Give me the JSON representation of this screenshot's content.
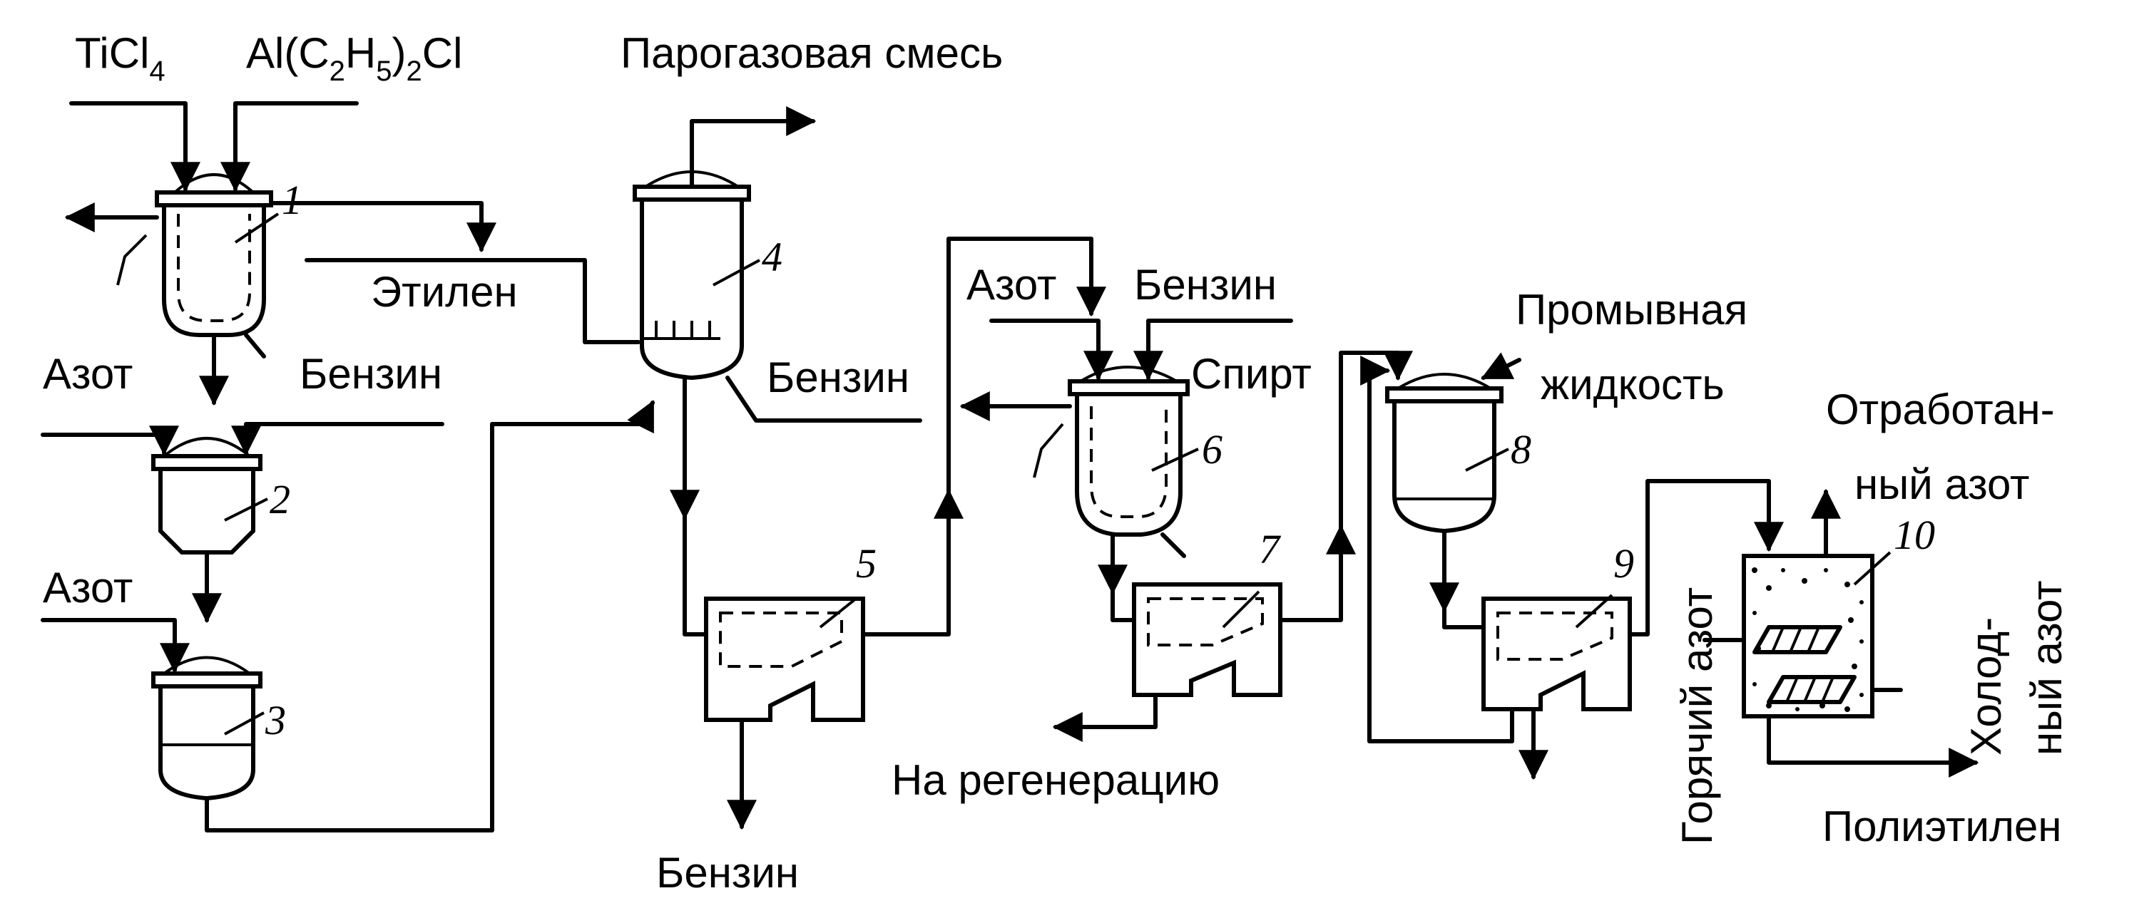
{
  "labels": {
    "ticl4_base": "TiCl",
    "ticl4_sub": "4",
    "alc_p1": "Al(C",
    "alc_sub1": "2",
    "alc_p2": "H",
    "alc_sub2": "5",
    "alc_p3": ")",
    "alc_sub3": "2",
    "alc_p4": "Cl",
    "vapor_gas_mix": "Парогазовая смесь",
    "ethylene": "Этилен",
    "nitrogen_1": "Азот",
    "nitrogen_2": "Азот",
    "nitrogen_3": "Азот",
    "gasoline_1": "Бензин",
    "gasoline_2": "Бензин",
    "gasoline_3": "Бензин",
    "gasoline_out": "Бензин",
    "alcohol": "Спирт",
    "wash_liquid_1": "Промывная",
    "wash_liquid_2": "жидкость",
    "to_regeneration": "На регенерацию",
    "spent_nitrogen_1": "Отработан-",
    "spent_nitrogen_2": "ный азот",
    "hot_nitrogen": "Горячий азот",
    "cold_nitrogen_1": "Холод-",
    "cold_nitrogen_2": "ный азот",
    "polyethylene": "Полиэтилен"
  },
  "units": [
    "1",
    "2",
    "3",
    "4",
    "5",
    "6",
    "7",
    "8",
    "9",
    "10"
  ]
}
